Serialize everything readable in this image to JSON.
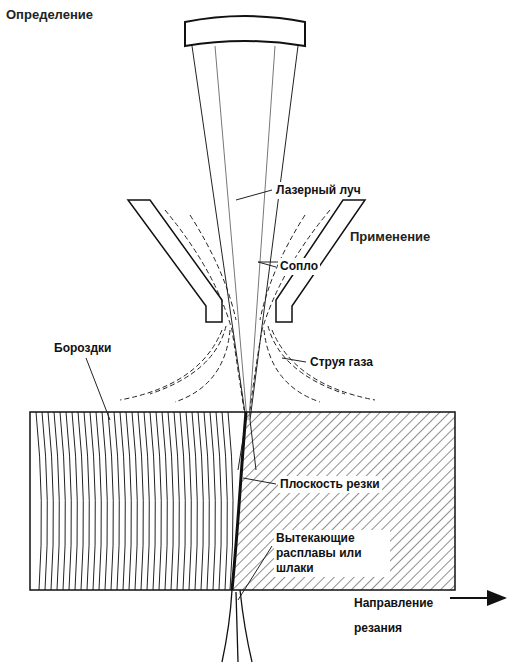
{
  "diagram": {
    "labels": [
      "Определение",
      "Лазерный луч",
      "Сопло",
      "Бороздки",
      "Струя газа",
      "Плоскость резки",
      "Вытекающие расплавы или шлаки",
      "Направление резания",
      "Применение"
    ]
  }
}
